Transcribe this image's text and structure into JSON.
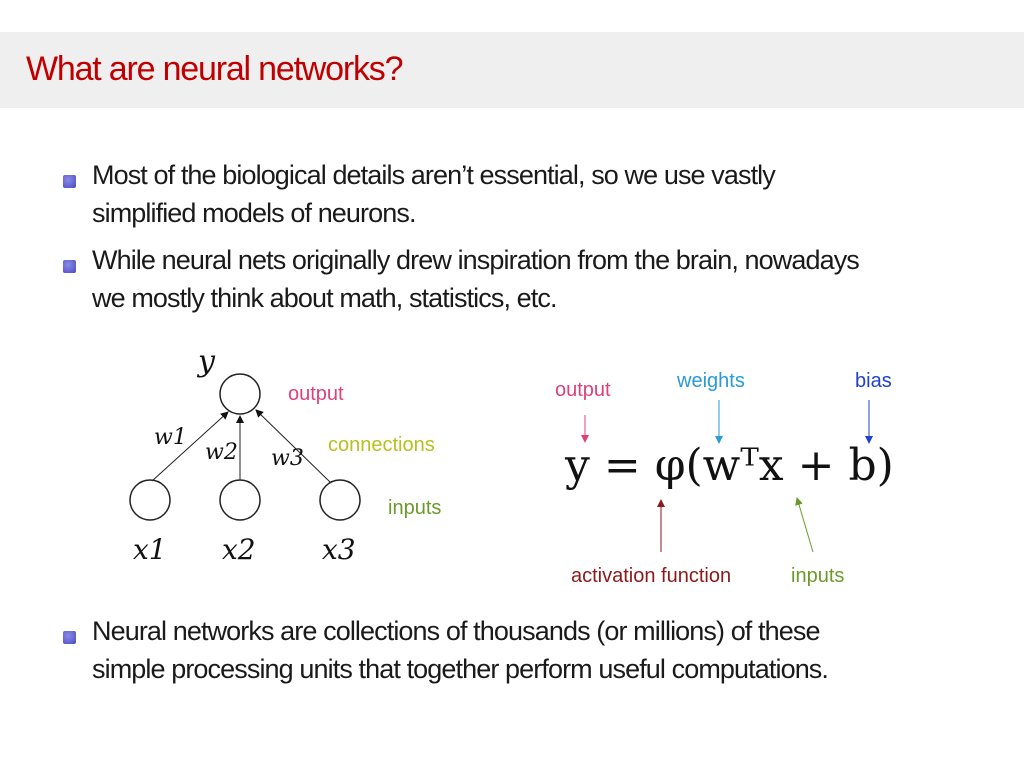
{
  "header": {
    "title": "What are neural networks?"
  },
  "bullets": [
    {
      "lines": [
        "Most of the biological details aren’t essential, so we use vastly",
        "simplified models of neurons."
      ]
    },
    {
      "lines": [
        "While neural nets originally drew inspiration from the brain, nowadays",
        "we mostly think about math, statistics, etc."
      ]
    },
    {
      "lines": [
        "Neural networks are collections of thousands (or millions) of these",
        "simple processing units that together perform useful computations."
      ]
    }
  ],
  "diagram": {
    "output_symbol": "y",
    "weights": [
      "w1",
      "w2",
      "w3"
    ],
    "inputs": [
      "x1",
      "x2",
      "x3"
    ],
    "labels": {
      "output": "output",
      "connections": "connections",
      "inputs": "inputs"
    }
  },
  "equation": {
    "text": "y = φ(wᵀx + b)",
    "labels": {
      "output": "output",
      "weights": "weights",
      "bias": "bias",
      "activation": "activation function",
      "inputs": "inputs"
    },
    "colors": {
      "output": "#e0407a",
      "weights": "#2a9ad8",
      "bias": "#2040d0",
      "activation": "#8b1a1a",
      "inputs": "#6a9a2a",
      "connections": "#b8c020",
      "title": "#c00000"
    }
  }
}
